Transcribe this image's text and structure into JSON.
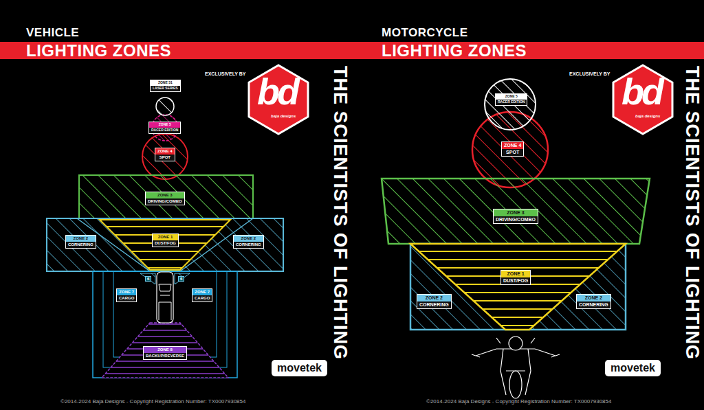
{
  "diagram": {
    "nodes": [
      {
        "text": [
          "ZONE 51",
          "LASER SERIES"
        ]
      },
      {
        "text": [
          "ZONE 5",
          "RACER EDITION"
        ]
      },
      {
        "text": [
          "ZONE 4",
          "SPOT"
        ]
      },
      {
        "text": [
          "ZONE 3",
          "DRIVING/COMBO"
        ]
      },
      {
        "text": [
          "ZONE 2",
          "CORNERING"
        ]
      },
      {
        "text": [
          "ZONE 1",
          "DUST/FOG"
        ]
      },
      {
        "text": [
          "ZONE 2",
          "CORNERING"
        ]
      },
      {
        "text": [
          "ZONE 7",
          "CARGO"
        ]
      },
      {
        "text": [
          "ZONE 7",
          "CARGO"
        ]
      },
      {
        "text": [
          "ZONE 8",
          "BACKUP/REVERSE"
        ]
      },
      {
        "text": [
          "ZONE 5",
          "RACER EDITION"
        ]
      },
      {
        "text": [
          "ZONE 4",
          "SPOT"
        ]
      },
      {
        "text": [
          "ZONE 3",
          "DRIVING/COMBO"
        ]
      },
      {
        "text": [
          "ZONE 1",
          "DUST/FOG"
        ]
      },
      {
        "text": [
          "ZONE 2",
          "CORNERING"
        ]
      },
      {
        "text": [
          "ZONE 2",
          "CORNERING"
        ]
      }
    ],
    "labels": [
      "VEHICLE",
      "LIGHTING ZONES",
      "EXCLUSIVELY BY",
      "bd",
      "baja designs",
      "THE SCIENTISTS OF LIGHTING",
      "6",
      "6",
      "movetek",
      "©2014-2024 Baja Designs - Copyright Registration Number: TX0007930854",
      "MOTORCYCLE",
      "LIGHTING ZONES",
      "EXCLUSIVELY BY",
      "bd",
      "baja designs",
      "THE SCIENTISTS OF LIGHTING",
      "movetek",
      "©2014-2024 Baja Designs - Copyright Registration Number: TX0007930854"
    ]
  }
}
